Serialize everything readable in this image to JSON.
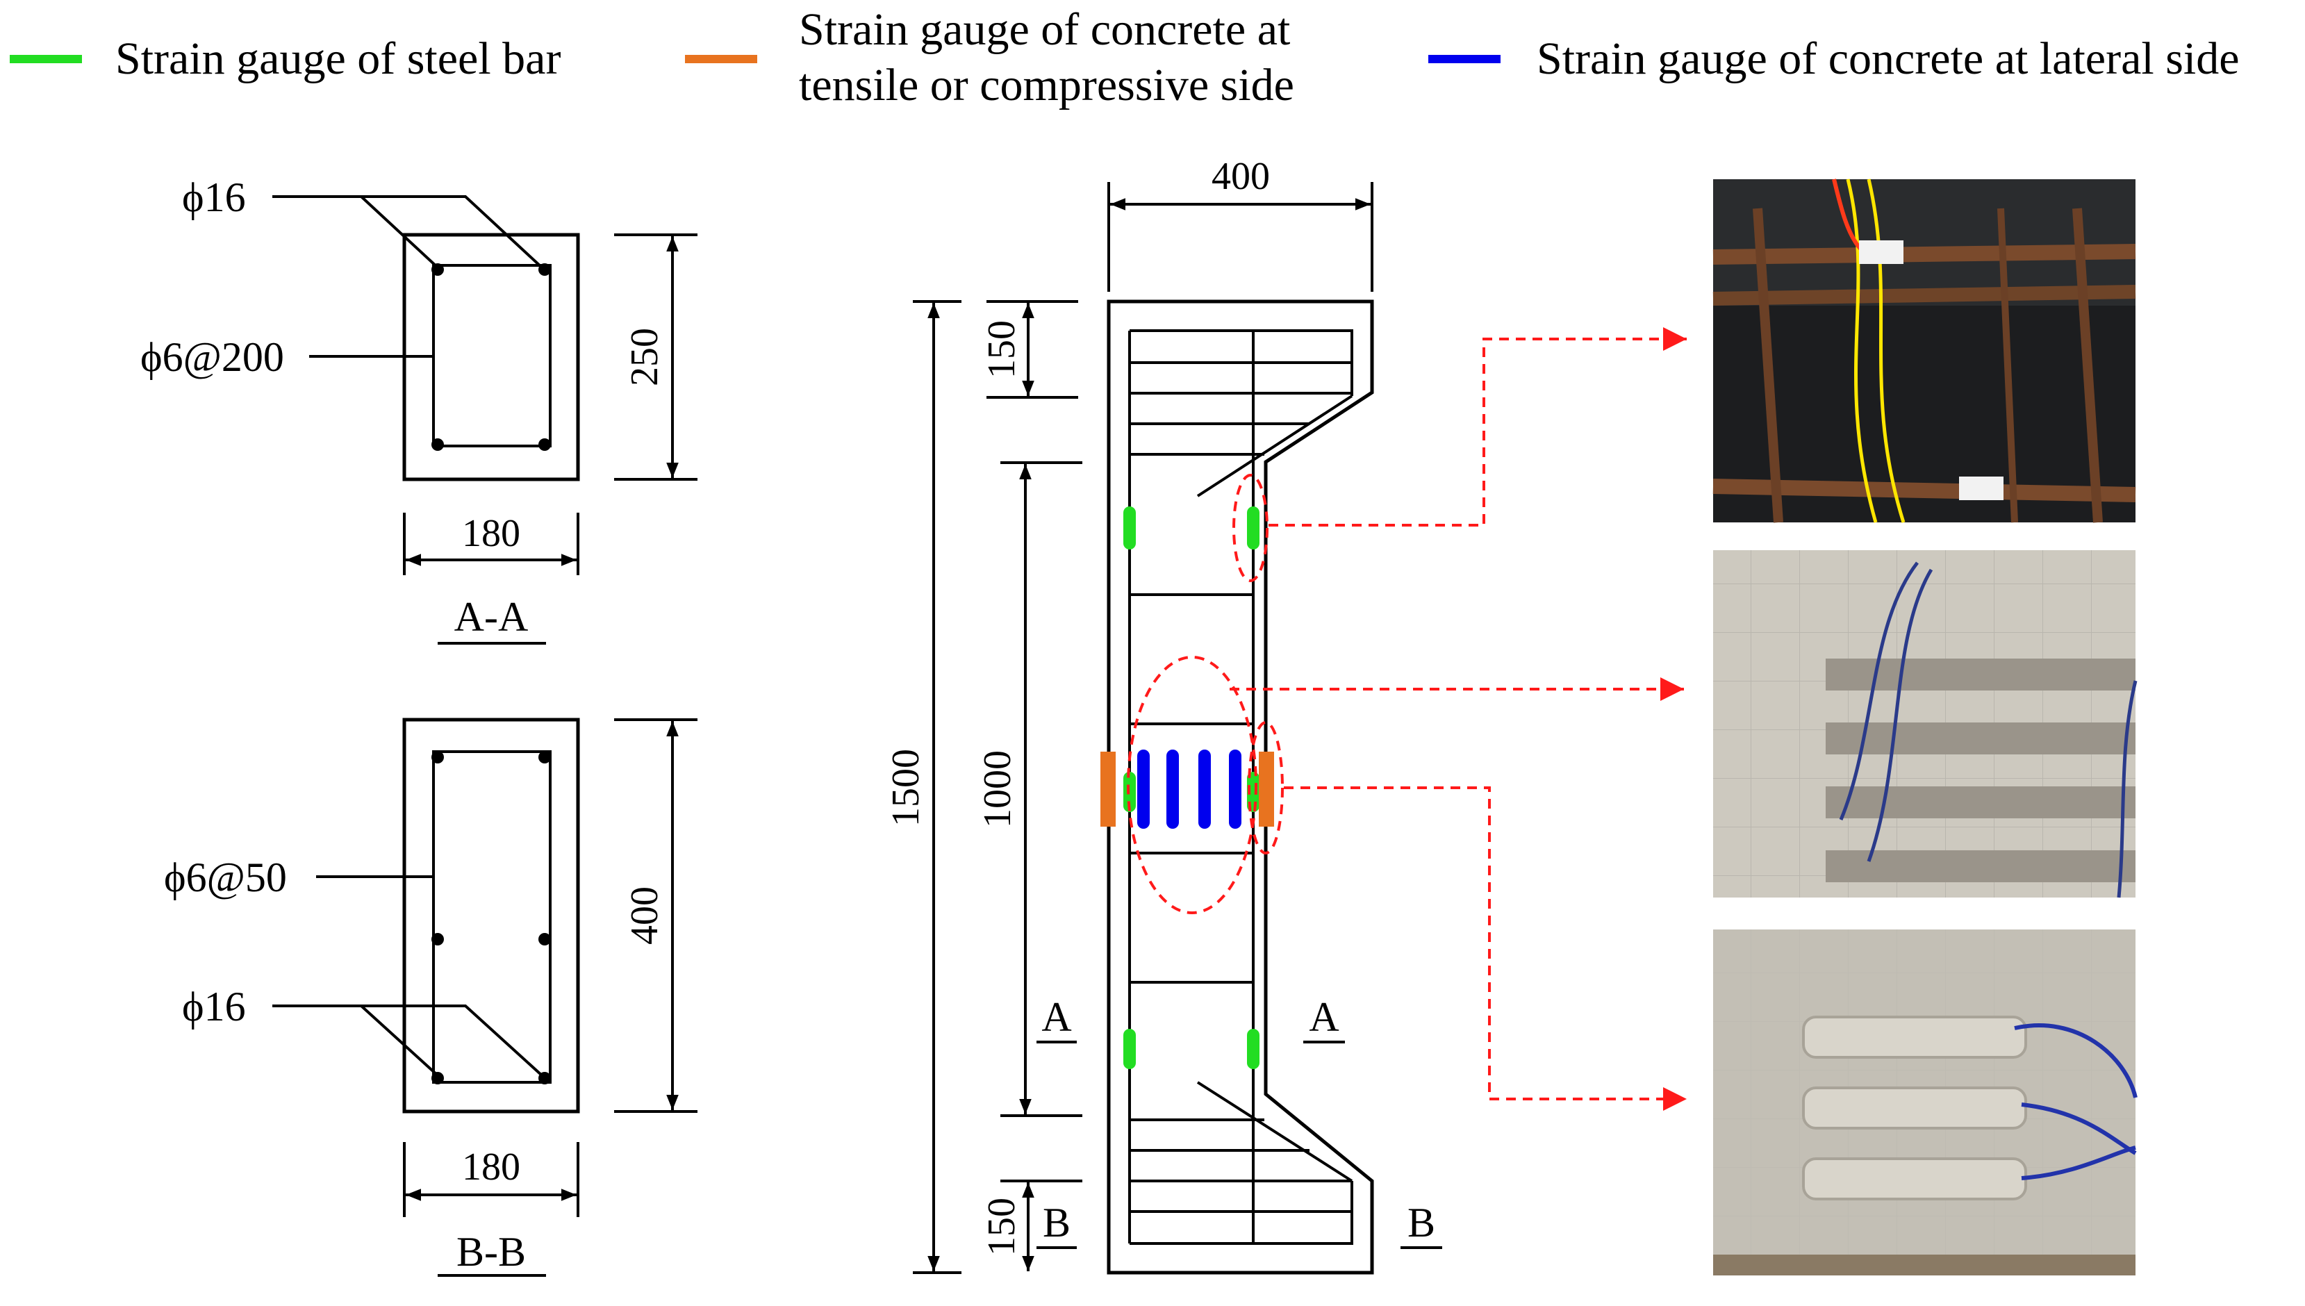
{
  "colors": {
    "steel_gauge": "#22dd22",
    "concrete_ts_gauge": "#e8731f",
    "concrete_lateral_gauge": "#0000ee",
    "callout": "#ff1a1a"
  },
  "legend": {
    "steel": "Strain gauge of steel bar",
    "concrete_ts_line1": "Strain gauge of concrete at",
    "concrete_ts_line2": "tensile or compressive side",
    "concrete_lateral": "Strain gauge of concrete at lateral side"
  },
  "section_aa": {
    "top_bar": "ϕ16",
    "stirrup": "ϕ6@200",
    "height": "250",
    "width": "180",
    "title": "A-A"
  },
  "section_bb": {
    "stirrup": "ϕ6@50",
    "bottom_bar": "ϕ16",
    "height": "400",
    "width": "180",
    "title": "B-B"
  },
  "elevation": {
    "width": "400",
    "total_height": "1500",
    "end_top": "150",
    "middle": "1000",
    "end_bottom": "150",
    "cut_a_left": "A",
    "cut_a_right": "A",
    "cut_b_left": "B",
    "cut_b_right": "B"
  },
  "photos": [
    "steel-bar-gauges-photo",
    "lateral-side-gauges-photo",
    "tensile-side-gauges-photo"
  ]
}
